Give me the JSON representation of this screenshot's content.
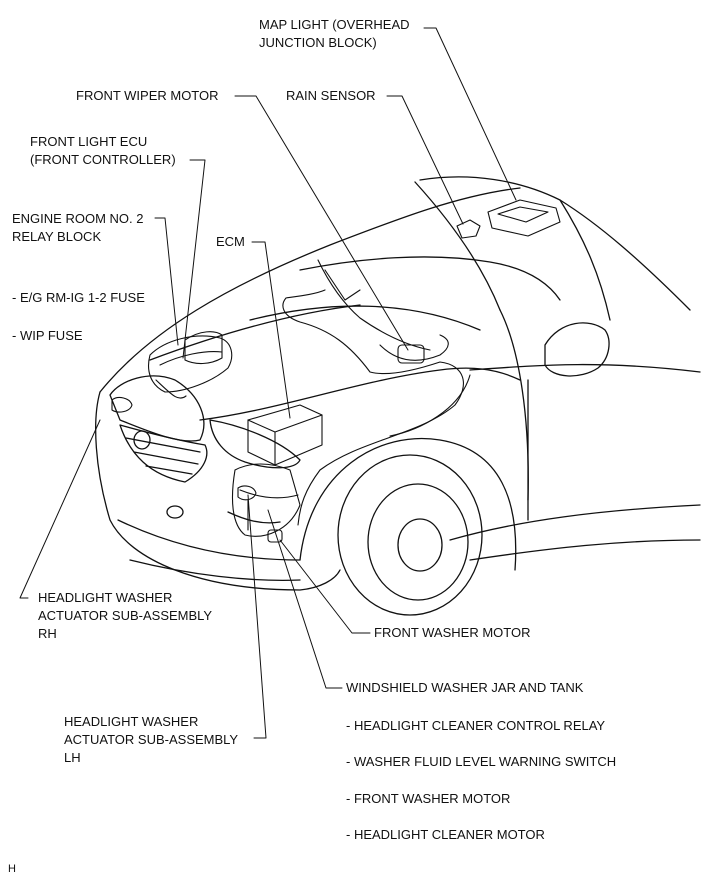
{
  "labels": {
    "map_light": [
      "MAP LIGHT (OVERHEAD",
      "JUNCTION BLOCK)"
    ],
    "front_wiper_motor": "FRONT WIPER MOTOR",
    "rain_sensor": "RAIN SENSOR",
    "front_light_ecu": [
      "FRONT LIGHT ECU",
      "(FRONT CONTROLLER)"
    ],
    "engine_room_relay": [
      "ENGINE ROOM NO. 2",
      "RELAY BLOCK"
    ],
    "ecm": "ECM",
    "eg_fuse": "- E/G RM-IG 1-2 FUSE",
    "wip_fuse": "- WIP FUSE",
    "hl_washer_rh": [
      "HEADLIGHT WASHER",
      "ACTUATOR SUB-ASSEMBLY",
      "RH"
    ],
    "front_washer_motor": "FRONT WASHER MOTOR",
    "windshield_washer_jar": "WINDSHIELD WASHER JAR AND TANK",
    "hl_washer_lh": [
      "HEADLIGHT WASHER",
      "ACTUATOR SUB-ASSEMBLY",
      "LH"
    ],
    "hl_cleaner_relay": "- HEADLIGHT CLEANER CONTROL RELAY",
    "washer_level_switch": "- WASHER FLUID LEVEL WARNING SWITCH",
    "front_washer_motor_sub": "- FRONT WASHER MOTOR",
    "hl_cleaner_motor": "- HEADLIGHT CLEANER MOTOR",
    "figure_code": "H"
  }
}
